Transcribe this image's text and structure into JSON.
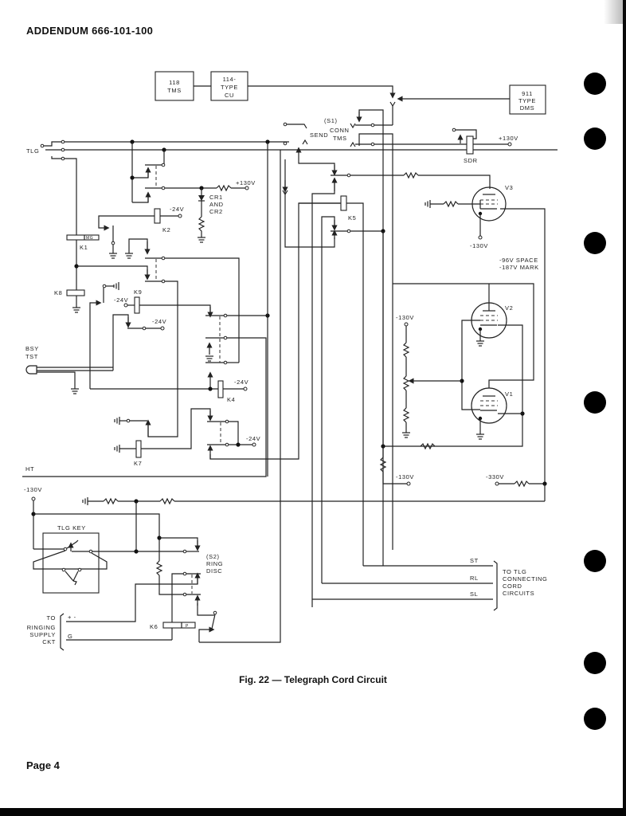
{
  "header": {
    "title": "ADDENDUM  666-101-100"
  },
  "footer": {
    "page": "Page 4"
  },
  "figure": {
    "caption": "Fig. 22 — Telegraph Cord Circuit",
    "blocks": {
      "tms118": [
        "118",
        "TMS"
      ],
      "cu114": [
        "114-",
        "TYPE",
        "CU"
      ],
      "dms911": [
        "911",
        "TYPE",
        "DMS"
      ]
    },
    "labels": {
      "tlg": "TLG",
      "s1": "(S1)",
      "send": "SEND",
      "conn": "CONN",
      "tms": "TMS",
      "sdr": "SDR",
      "plus130_sdr": "+130V",
      "plus130_cr": "+130V",
      "cr1": "CR1",
      "and": "AND",
      "cr2": "CR2",
      "k1": "K1",
      "k1_tag": "MG",
      "k2": "K2",
      "k2_v": "-24V",
      "k5": "K5",
      "v3": "V3",
      "v3_bias": "-130V",
      "space": "-96V SPACE",
      "mark": "-187V MARK",
      "k8": "K8",
      "k9": "K9",
      "k9_v": "-24V",
      "k9_contact_v": "-24V",
      "bsy": "BSY",
      "tst": "TST",
      "k4": "K4",
      "k4_v": "-24V",
      "v2": "V2",
      "v1": "V1",
      "pot_v": "-130V",
      "k7": "K7",
      "k7_contact_v": "-24V",
      "ht": "HT",
      "bias_v": "-130V",
      "neg330": "-330V",
      "left130": "-130V",
      "tlg_key": "TLG KEY",
      "s2": "(S2)",
      "ring": "RING",
      "disc": "DISC",
      "k6": "K6",
      "k6_tag": "P",
      "to": "TO",
      "ringing": "RINGING",
      "supply": "SUPPLY",
      "ckt": "CKT",
      "plusminus": "+ -",
      "g": "G",
      "st": "ST",
      "rl": "RL",
      "sl": "SL",
      "cord": [
        "TO TLG",
        "CONNECTING",
        "CORD",
        "CIRCUITS"
      ]
    }
  },
  "punch_holes": 7
}
